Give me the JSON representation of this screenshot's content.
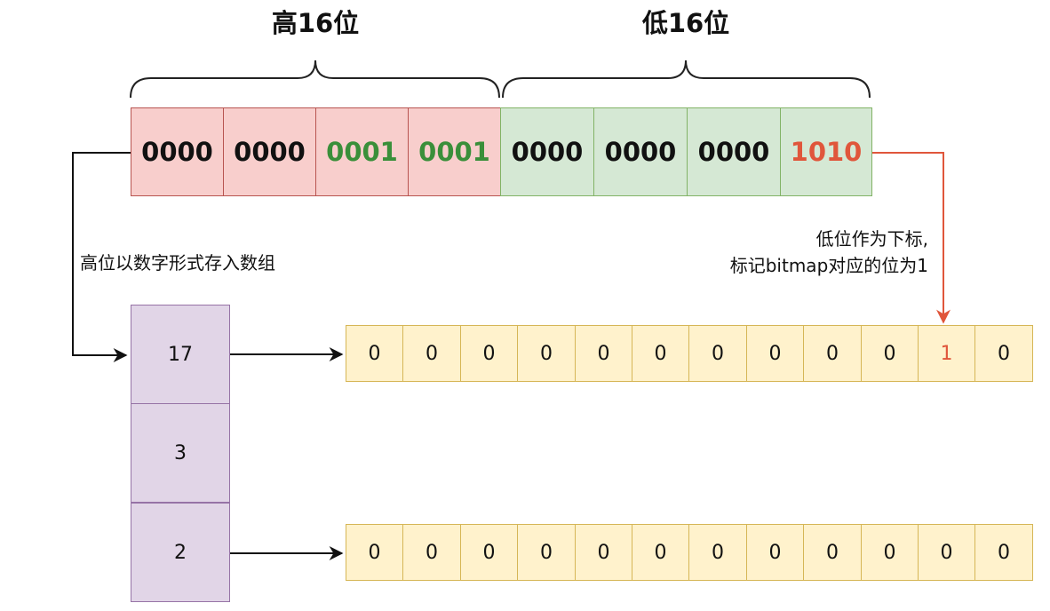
{
  "headers": {
    "high": "高16位",
    "low": "低16位"
  },
  "high_cells": [
    {
      "text": "0000",
      "color": "#111111"
    },
    {
      "text": "0000",
      "color": "#111111"
    },
    {
      "text": "0001",
      "color": "#3a8f3a"
    },
    {
      "text": "0001",
      "color": "#3a8f3a"
    }
  ],
  "low_cells": [
    {
      "text": "0000",
      "color": "#111111"
    },
    {
      "text": "0000",
      "color": "#111111"
    },
    {
      "text": "0000",
      "color": "#111111"
    },
    {
      "text": "1010",
      "color": "#e0563b"
    }
  ],
  "notes": {
    "high": "高位以数字形式存入数组",
    "low_line1": "低位作为下标,",
    "low_line2": "标记bitmap对应的位为1"
  },
  "array": [
    "17",
    "3",
    "2"
  ],
  "bitmap_rows": [
    [
      "0",
      "0",
      "0",
      "0",
      "0",
      "0",
      "0",
      "0",
      "0",
      "0",
      "1",
      "0"
    ],
    [
      "0",
      "0",
      "0",
      "0",
      "0",
      "0",
      "0",
      "0",
      "0",
      "0",
      "0",
      "0"
    ]
  ],
  "highlight_bit": {
    "row": 0,
    "index": 10
  },
  "colors": {
    "high_fill": "#f8cecc",
    "high_stroke": "#b85450",
    "low_fill": "#d5e8d4",
    "low_stroke": "#82b366",
    "array_fill": "#e1d5e7",
    "array_stroke": "#9673a6",
    "bitmap_fill": "#fff2cc",
    "bitmap_stroke": "#d6b656",
    "arrow_black": "#111111",
    "arrow_red": "#e0563b"
  }
}
